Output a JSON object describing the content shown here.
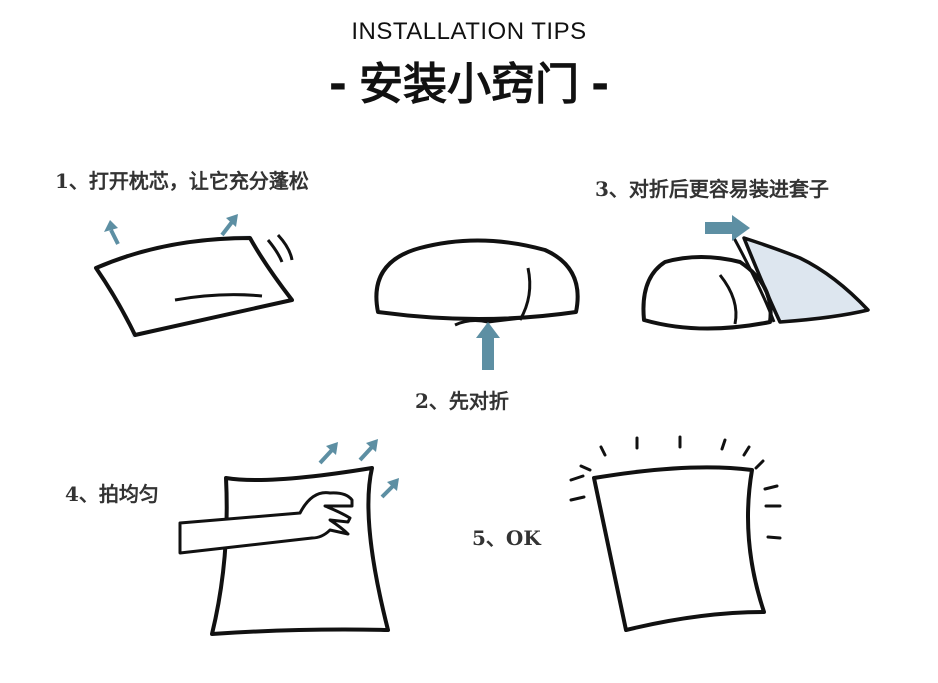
{
  "header": {
    "subtitle_en": "INSTALLATION TIPS",
    "title_cn": "安装小窍门",
    "dash_left": "-",
    "dash_right": "-"
  },
  "steps": [
    {
      "label": "1、打开枕芯，让它充分蓬松"
    },
    {
      "label": "2、先对折"
    },
    {
      "label": "3、对折后更容易装进套子"
    },
    {
      "label": "4、拍均匀"
    },
    {
      "label": "5、OK"
    }
  ],
  "colors": {
    "outline": "#111111",
    "arrow": "#5d8fa3",
    "shade": "#dde6ef"
  },
  "icons": [
    "pillow-fluffed",
    "pillow-folded",
    "pillow-into-case",
    "pillow-patted",
    "pillow-finished",
    "arrow"
  ]
}
